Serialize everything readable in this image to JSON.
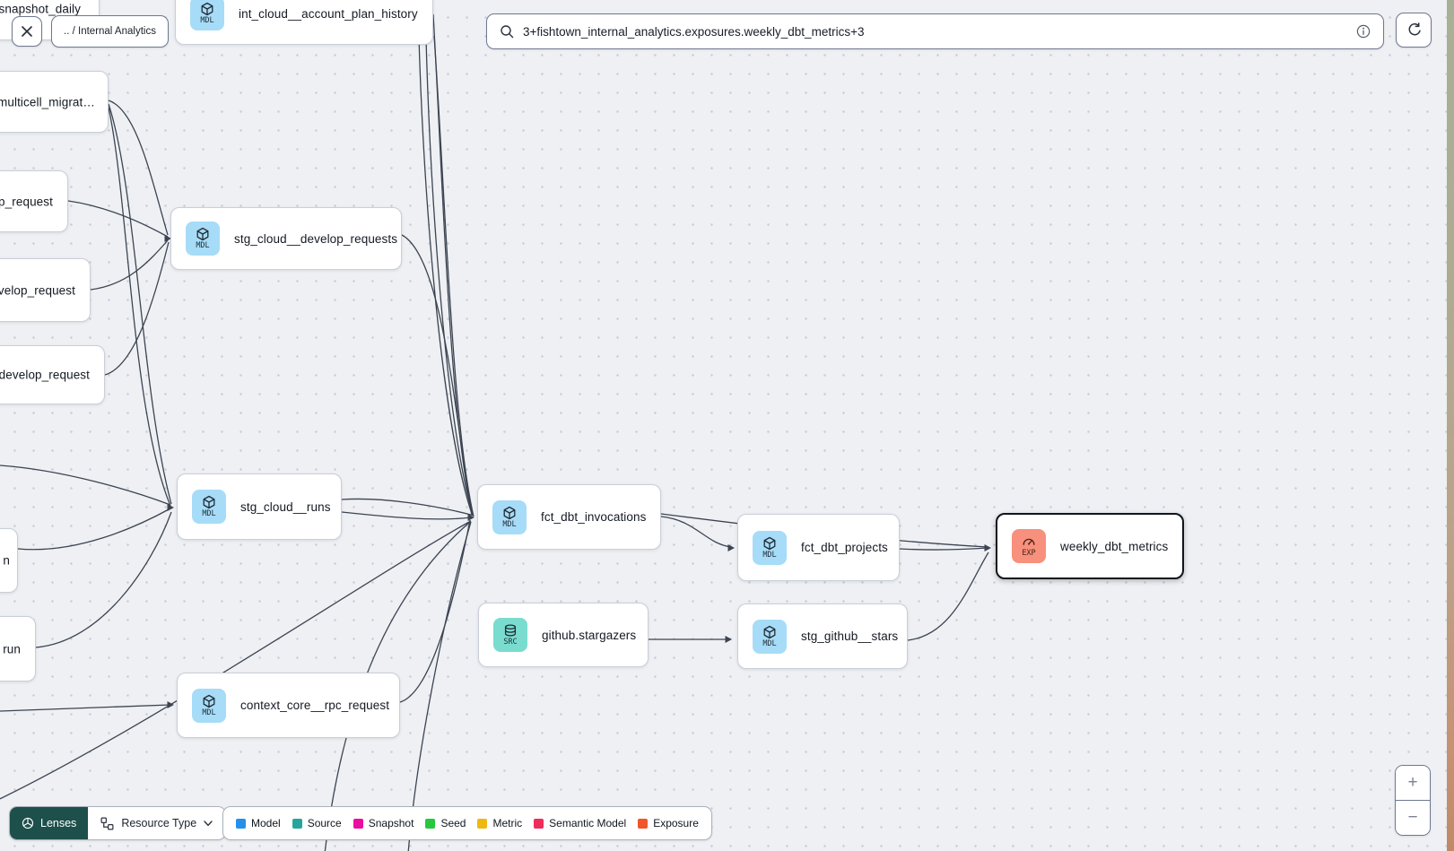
{
  "header": {
    "breadcrumb": ".. / Internal Analytics",
    "search_query": "3+fishtown_internal_analytics.exposures.weekly_dbt_metrics+3"
  },
  "nodes": [
    {
      "label": "snapshot_daily",
      "type": "model"
    },
    {
      "label": "int_cloud__account_plan_history",
      "badge": "MDL",
      "type": "model"
    },
    {
      "label": "multicell_migrat…",
      "type": "model"
    },
    {
      "label": "p_request",
      "type": "model"
    },
    {
      "label": "velop_request",
      "type": "model"
    },
    {
      "label": "develop_request",
      "type": "model"
    },
    {
      "label": "stg_cloud__develop_requests",
      "badge": "MDL",
      "type": "model"
    },
    {
      "label": "stg_cloud__runs",
      "badge": "MDL",
      "type": "model"
    },
    {
      "label": "n",
      "type": "model"
    },
    {
      "label": "run",
      "type": "model"
    },
    {
      "label": "context_core__rpc_request",
      "badge": "MDL",
      "type": "model"
    },
    {
      "label": "fct_dbt_invocations",
      "badge": "MDL",
      "type": "model"
    },
    {
      "label": "github.stargazers",
      "badge": "SRC",
      "type": "source"
    },
    {
      "label": "stg_github__stars",
      "badge": "MDL",
      "type": "model"
    },
    {
      "label": "fct_dbt_projects",
      "badge": "MDL",
      "type": "model"
    },
    {
      "label": "weekly_dbt_metrics",
      "badge": "EXP",
      "type": "exposure",
      "selected": true
    }
  ],
  "legend": {
    "items": [
      {
        "label": "Model",
        "color": "#2490ea"
      },
      {
        "label": "Source",
        "color": "#26a69a"
      },
      {
        "label": "Snapshot",
        "color": "#ea0f9f"
      },
      {
        "label": "Seed",
        "color": "#27c840"
      },
      {
        "label": "Metric",
        "color": "#eeb711"
      },
      {
        "label": "Semantic Model",
        "color": "#ed2d5c"
      },
      {
        "label": "Exposure",
        "color": "#f0562a"
      }
    ]
  },
  "controls": {
    "lenses": "Lenses",
    "resource_type": "Resource Type",
    "zoom_in": "+",
    "zoom_out": "−"
  },
  "colors": {
    "model_badge": "#a6dcf7",
    "source_badge": "#79dccf",
    "exposure_badge": "#f7907c"
  }
}
